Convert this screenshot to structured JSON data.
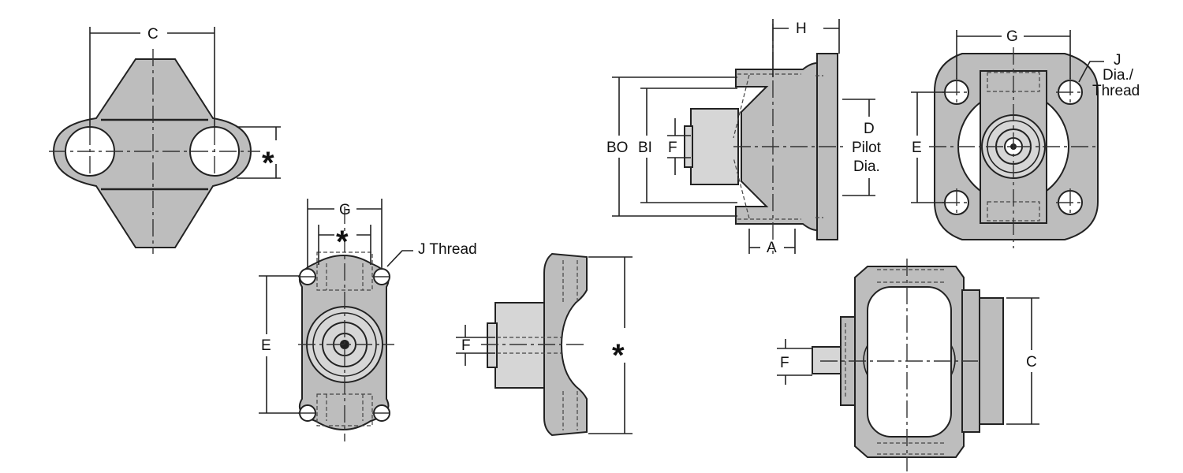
{
  "labels": {
    "c": "C",
    "g": "G",
    "h": "H",
    "a": "A",
    "e": "E",
    "f": "F",
    "d": "D",
    "bo": "BO",
    "bi": "BI",
    "pilot": "Pilot",
    "dia": "Dia.",
    "asterisk": "*",
    "j_thread": "J Thread",
    "j": "J",
    "j_dia": "Dia./",
    "j_thread2": "Thread"
  }
}
